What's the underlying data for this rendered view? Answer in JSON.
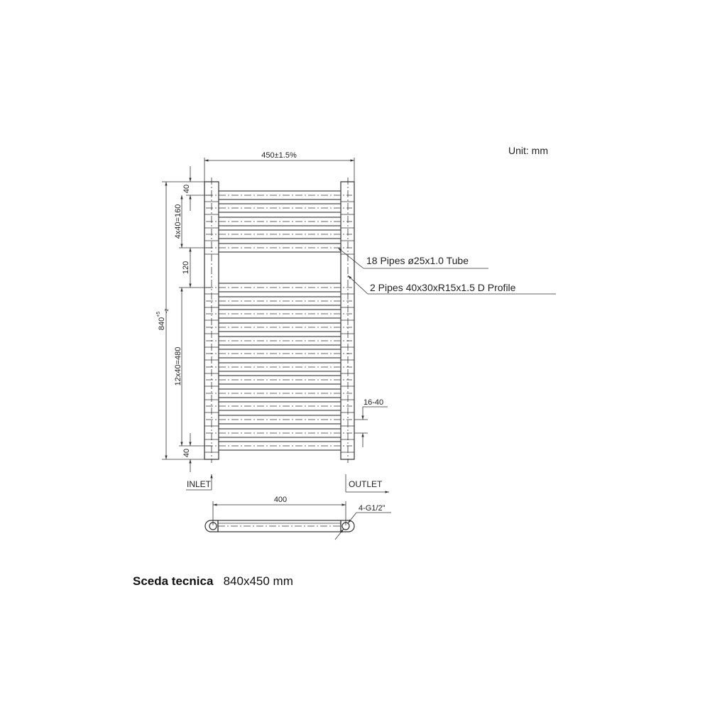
{
  "header": {
    "unit_label": "Unit: mm"
  },
  "dimensions": {
    "overall_width": "450±1.5%",
    "overall_height_base": "840",
    "overall_height_tol_upper": "+5",
    "overall_height_tol_lower": "-2",
    "top_offset": "40",
    "top_group": "4x40=160",
    "gap": "120",
    "bottom_group": "12x40=480",
    "bottom_offset": "40",
    "connection_range": "16-40",
    "center_distance": "400",
    "thread": "4-G1/2\""
  },
  "callouts": {
    "tubes": "18 Pipes  ø25x1.0 Tube",
    "profiles": "2 Pipes 40x30xR15x1.5  D  Profile"
  },
  "ports": {
    "inlet": "INLET",
    "outlet": "OUTLET"
  },
  "caption": {
    "title": "Sceda tecnica",
    "size": "840x450 mm"
  },
  "structure": {
    "pipe_count": 18,
    "profile_count": 2,
    "top_group_pipe_centers_y": [
      275,
      293,
      312,
      330,
      349
    ],
    "bottom_group_pipe_centers_y": [
      405,
      424,
      442,
      461,
      480,
      498,
      517,
      535,
      554,
      572,
      591,
      610,
      628
    ],
    "colors": {
      "line": "#333333",
      "background": "#ffffff"
    }
  }
}
